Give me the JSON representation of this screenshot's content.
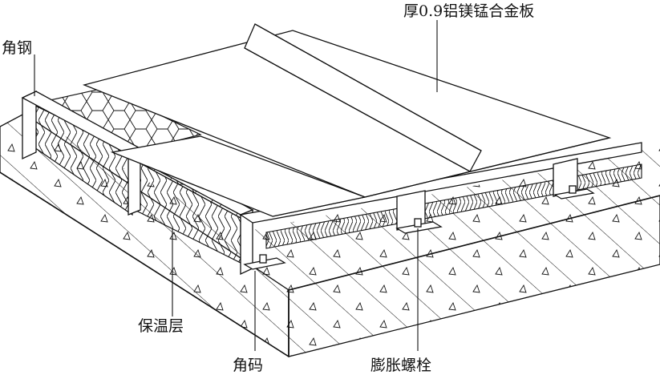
{
  "labels": {
    "panel": "厚0.9铝镁锰合金板",
    "angle_steel": "角钢",
    "insulation": "保温层",
    "angle_bracket": "角码",
    "expansion_bolt": "膨胀螺栓"
  }
}
